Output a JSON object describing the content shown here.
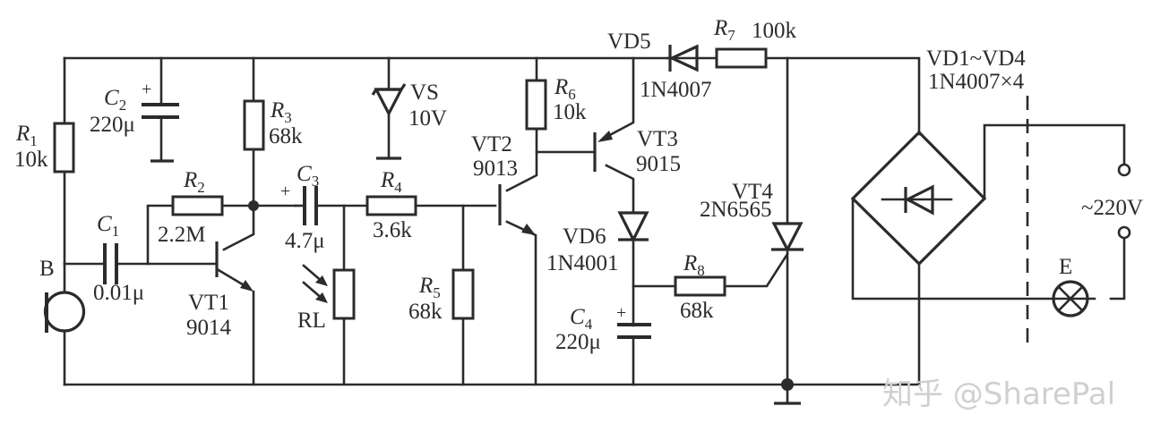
{
  "diagram": {
    "type": "electronic-schematic",
    "title": "",
    "components": {
      "R1": {
        "ref": "R",
        "sub": "1",
        "value": "10k"
      },
      "R2": {
        "ref": "R",
        "sub": "2",
        "value": "2.2M"
      },
      "R3": {
        "ref": "R",
        "sub": "3",
        "value": "68k"
      },
      "R4": {
        "ref": "R",
        "sub": "4",
        "value": "3.6k"
      },
      "R5": {
        "ref": "R",
        "sub": "5",
        "value": "68k"
      },
      "R6": {
        "ref": "R",
        "sub": "6",
        "value": "10k"
      },
      "R7": {
        "ref": "R",
        "sub": "7",
        "value": "100k"
      },
      "R8": {
        "ref": "R",
        "sub": "8",
        "value": "68k"
      },
      "C1": {
        "ref": "C",
        "sub": "1",
        "value": "0.01μ"
      },
      "C2": {
        "ref": "C",
        "sub": "2",
        "value": "220μ",
        "polarity": "+"
      },
      "C3": {
        "ref": "C",
        "sub": "3",
        "value": "4.7μ",
        "polarity": "+"
      },
      "C4": {
        "ref": "C",
        "sub": "4",
        "value": "220μ",
        "polarity": "+"
      },
      "VS": {
        "ref": "VS",
        "value": "10V"
      },
      "VT1": {
        "ref": "VT1",
        "value": "9014"
      },
      "VT2": {
        "ref": "VT2",
        "value": "9013"
      },
      "VT3": {
        "ref": "VT3",
        "value": "9015"
      },
      "VT4": {
        "ref": "VT4",
        "value": "2N6565"
      },
      "VD5": {
        "ref": "VD5",
        "value": "1N4007"
      },
      "VD6": {
        "ref": "VD6",
        "value": "1N4001"
      },
      "bridge": {
        "ref": "VD1~VD4",
        "value": "1N4007×4"
      },
      "RL": {
        "ref": "RL"
      },
      "B": {
        "ref": "B"
      },
      "E": {
        "ref": "E"
      },
      "mains": {
        "label": "~220V"
      }
    },
    "watermark": "知乎 @SharePal"
  }
}
